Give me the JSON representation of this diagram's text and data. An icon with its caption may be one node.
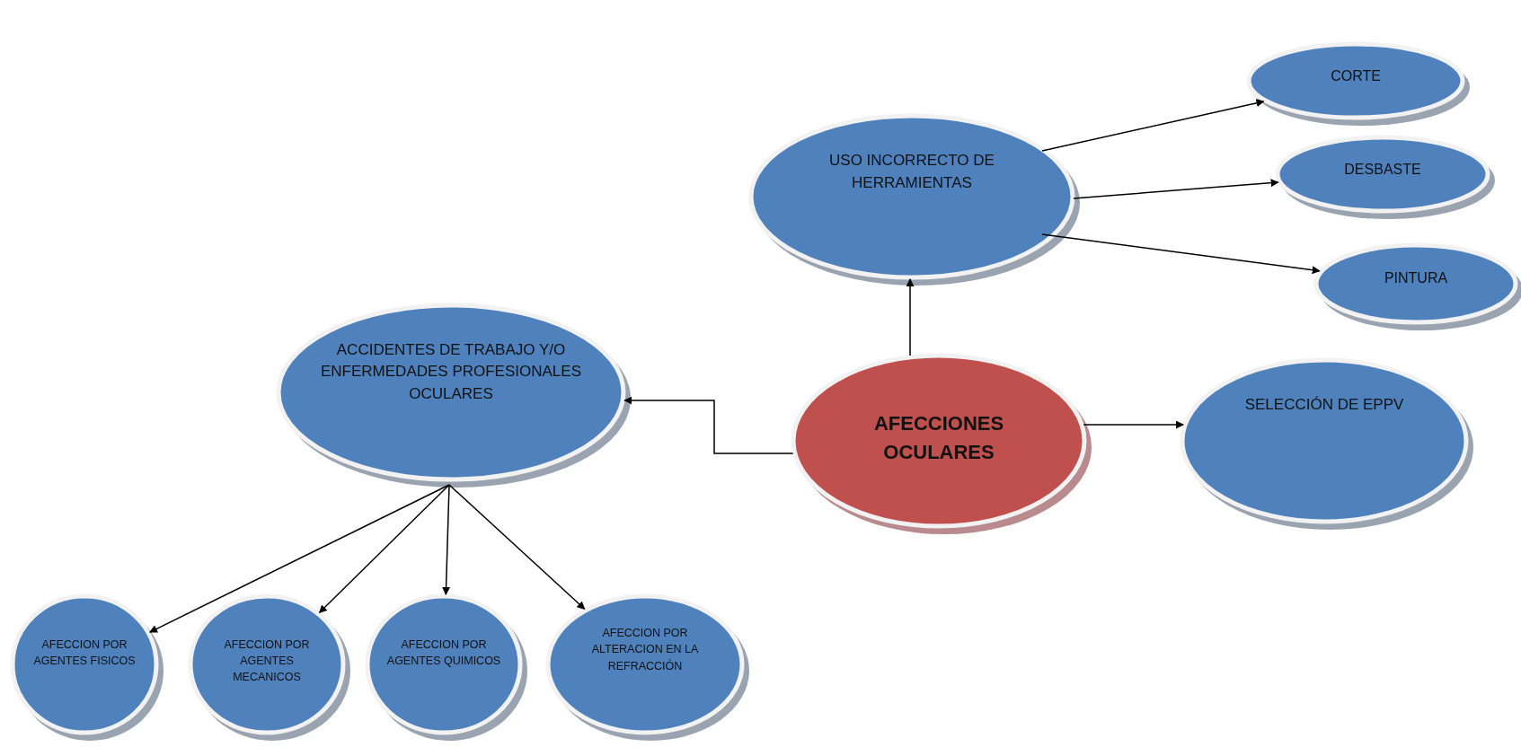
{
  "diagram": {
    "nodes": [
      {
        "text": [
          "USO INCORRECTO DE HERRAMIENTAS"
        ]
      },
      {
        "text": [
          "CORTE"
        ]
      },
      {
        "text": [
          "DESBASTE"
        ]
      },
      {
        "text": [
          "PINTURA"
        ]
      },
      {
        "text": [
          "ACCIDENTES DE TRABAJO Y/O ENFERMEDADES PROFESIONALES OCULARES"
        ]
      },
      {
        "text": [
          "AFECCIONES OCULARES"
        ]
      },
      {
        "text": [
          "SELECCIÓN DE EPPV"
        ]
      },
      {
        "text": [
          "AFECCION POR AGENTES FISICOS"
        ]
      },
      {
        "text": [
          "AFECCION POR AGENTES MECANICOS"
        ]
      },
      {
        "text": [
          "AFECCION POR AGENTES QUIMICOS"
        ]
      },
      {
        "text": [
          "AFECCION POR ALTERACION EN LA REFRACCIÓN"
        ]
      }
    ],
    "edges": [
      {
        "from": 5,
        "to": 0,
        "arrow": "to"
      },
      {
        "from": 0,
        "to": 1,
        "arrow": "to"
      },
      {
        "from": 0,
        "to": 2,
        "arrow": "to"
      },
      {
        "from": 0,
        "to": 3,
        "arrow": "to"
      },
      {
        "from": 5,
        "to": 4,
        "arrow": "to"
      },
      {
        "from": 5,
        "to": 6,
        "arrow": "to"
      },
      {
        "from": 4,
        "to": 7,
        "arrow": "to"
      },
      {
        "from": 4,
        "to": 8,
        "arrow": "to"
      },
      {
        "from": 4,
        "to": 9,
        "arrow": "to"
      },
      {
        "from": 4,
        "to": 10,
        "arrow": "to"
      }
    ]
  }
}
